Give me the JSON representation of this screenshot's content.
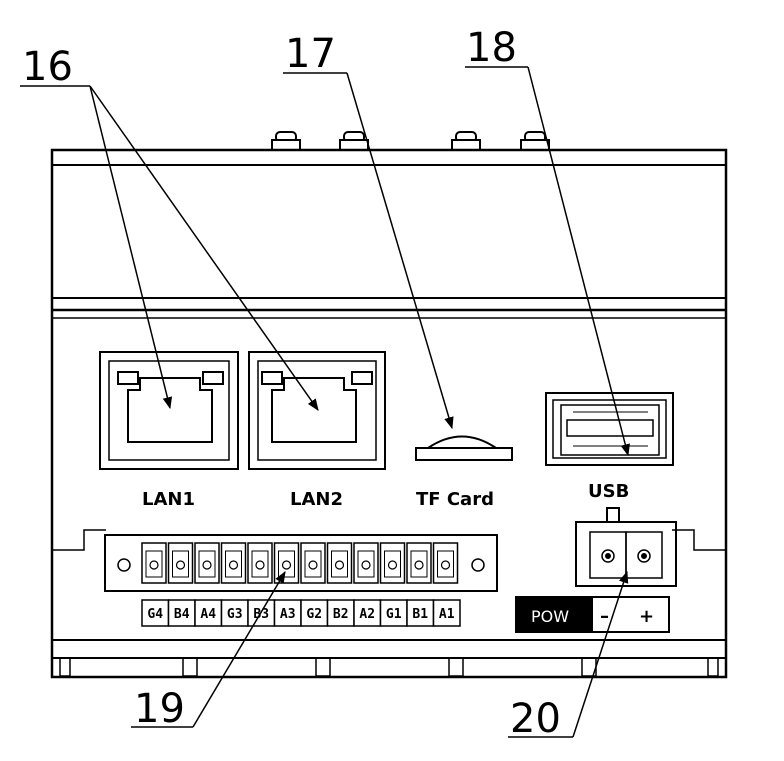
{
  "device": {
    "ports": {
      "lan1": "LAN1",
      "lan2": "LAN2",
      "tf_card": "TF Card",
      "usb": "USB"
    },
    "terminal_labels": [
      "G4",
      "B4",
      "A4",
      "G3",
      "B3",
      "A3",
      "G2",
      "B2",
      "A2",
      "G1",
      "B1",
      "A1"
    ],
    "power": {
      "label": "POW",
      "minus": "–",
      "plus": "+"
    }
  },
  "callouts": {
    "c16": "16",
    "c17": "17",
    "c18": "18",
    "c19": "19",
    "c20": "20"
  }
}
